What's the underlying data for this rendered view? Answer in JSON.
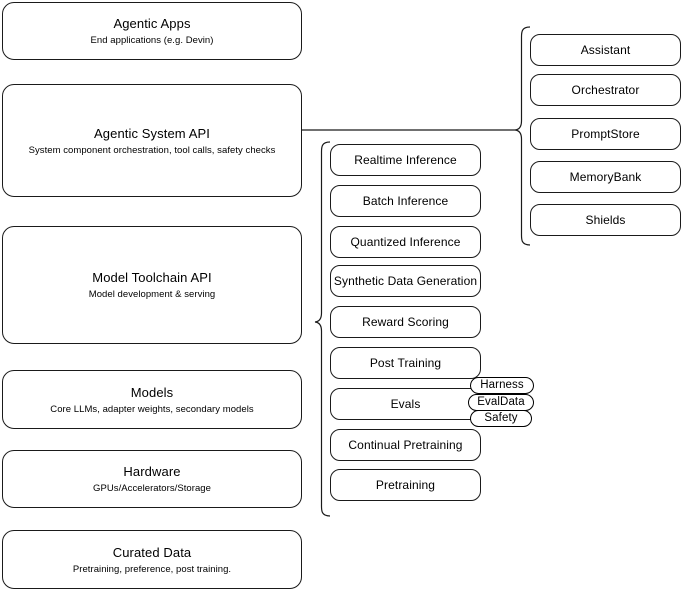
{
  "diagram": {
    "title": "AI Stack Layers",
    "stroke_color": "#1a1a1a",
    "background_color": "#ffffff"
  },
  "layers": [
    {
      "title": "Agentic Apps",
      "subtitle": "End applications (e.g. Devin)"
    },
    {
      "title": "Agentic System API",
      "subtitle": "System component orchestration, tool calls, safety checks"
    },
    {
      "title": "Model Toolchain API",
      "subtitle": "Model development & serving"
    },
    {
      "title": "Models",
      "subtitle": "Core LLMs, adapter weights, secondary models"
    },
    {
      "title": "Hardware",
      "subtitle": "GPUs/Accelerators/Storage"
    },
    {
      "title": "Curated Data",
      "subtitle": "Pretraining, preference, post training."
    }
  ],
  "toolchain_components": [
    {
      "label": "Realtime Inference"
    },
    {
      "label": "Batch Inference"
    },
    {
      "label": "Quantized Inference"
    },
    {
      "label": "Synthetic Data Generation"
    },
    {
      "label": "Reward Scoring"
    },
    {
      "label": "Post Training"
    },
    {
      "label": "Evals"
    },
    {
      "label": "Continual Pretraining"
    },
    {
      "label": "Pretraining"
    }
  ],
  "evals_tags": [
    {
      "label": "Harness"
    },
    {
      "label": "EvalData"
    },
    {
      "label": "Safety"
    }
  ],
  "agentic_system_components": [
    {
      "label": "Assistant"
    },
    {
      "label": "Orchestrator"
    },
    {
      "label": "PromptStore"
    },
    {
      "label": "MemoryBank"
    },
    {
      "label": "Shields"
    }
  ]
}
